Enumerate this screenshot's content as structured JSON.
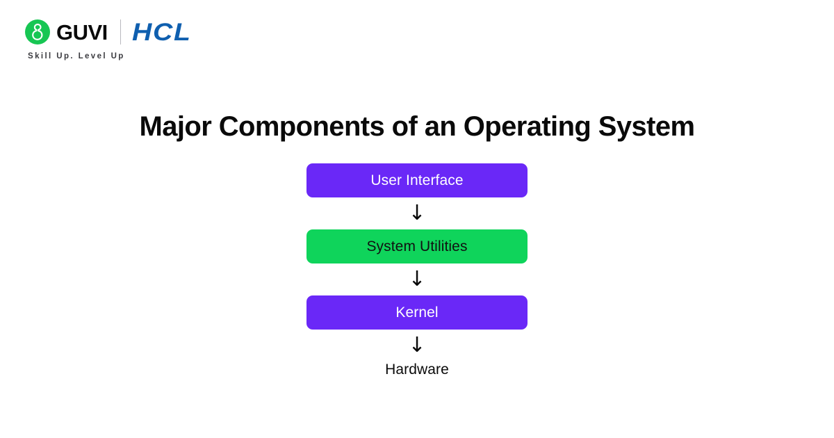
{
  "brand": {
    "logo_icon": "guvi-g-mark-icon",
    "name": "GUVI",
    "partner": "HCL",
    "tagline": "Skill Up. Level Up",
    "colors": {
      "guvi_green": "#17C653",
      "hcl_blue": "#0F5FAF",
      "divider": "#B9B9BE"
    }
  },
  "title": "Major Components of an Operating System",
  "diagram": {
    "type": "vertical-flow",
    "arrow_glyph": "↓",
    "nodes": [
      {
        "label": "User Interface",
        "fill": "#6A28F7",
        "text_color": "#FFFFFF",
        "boxed": true
      },
      {
        "label": "System Utilities",
        "fill": "#0FD45B",
        "text_color": "#111111",
        "boxed": true
      },
      {
        "label": "Kernel",
        "fill": "#6A28F7",
        "text_color": "#FFFFFF",
        "boxed": true
      },
      {
        "label": "Hardware",
        "fill": "transparent",
        "text_color": "#0A0A0A",
        "boxed": false
      }
    ]
  }
}
